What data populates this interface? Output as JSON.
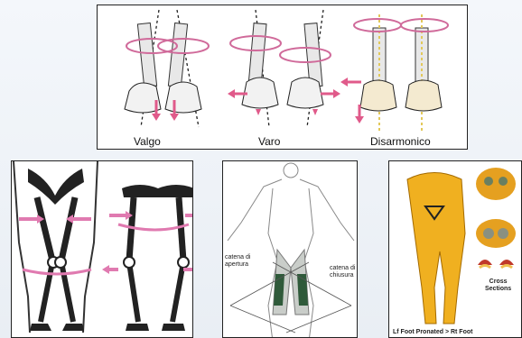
{
  "top_panel": {
    "labels": [
      "Valgo",
      "Varo",
      "Disarmonico"
    ]
  },
  "muscle_chain_panel": {
    "left_label": "catena di\napertura",
    "right_label": "catena di\nchiusura"
  },
  "foot_panel": {
    "caption": "Lf Foot Pronated > Rt Foot",
    "cross_sections_label": "Cross\nSections"
  },
  "colors": {
    "arrow_pink": "#e05a8a",
    "rotation_ring": "#d06a9a",
    "muscle_green": "#2f5a3a",
    "body_yellow": "#f0b020"
  }
}
